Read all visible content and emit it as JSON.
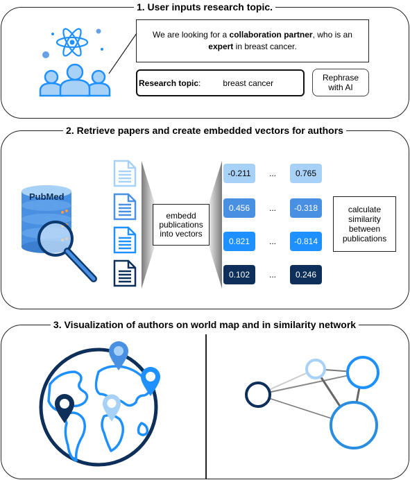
{
  "panel1": {
    "title": "1. User inputs research topic.",
    "query_prefix": "We are looking for a ",
    "query_bold1": "collaboration partner",
    "query_mid": ", who is an ",
    "query_bold2": "expert",
    "query_suffix": " in breast cancer.",
    "topic_label": "Research topic",
    "topic_colon": ":",
    "topic_value": "breast cancer",
    "rephrase_label": "Rephrase with AI"
  },
  "panel2": {
    "title": "2. Retrieve papers and create embedded vectors for authors",
    "db_label": "PubMed",
    "embed_label": "embedd publications into vectors",
    "similarity_label": "calculate similarity between publications",
    "vectors": [
      {
        "first": "-0.211",
        "last": "0.765",
        "color": "#a8d1f7"
      },
      {
        "first": "0.456",
        "last": "-0.318",
        "color": "#4a90e2"
      },
      {
        "first": "0.821",
        "last": "-0.814",
        "color": "#1e90ff"
      },
      {
        "first": "0.102",
        "last": "0.246",
        "color": "#0d2f5a"
      }
    ],
    "ellipsis": "..."
  },
  "panel3": {
    "title": "3. Visualization of authors on world map and in similarity network"
  },
  "colors": {
    "light_blue": "#a8d1f7",
    "mid_blue": "#4a90e2",
    "bright_blue": "#1e90ff",
    "dark_navy": "#0d2f5a"
  }
}
